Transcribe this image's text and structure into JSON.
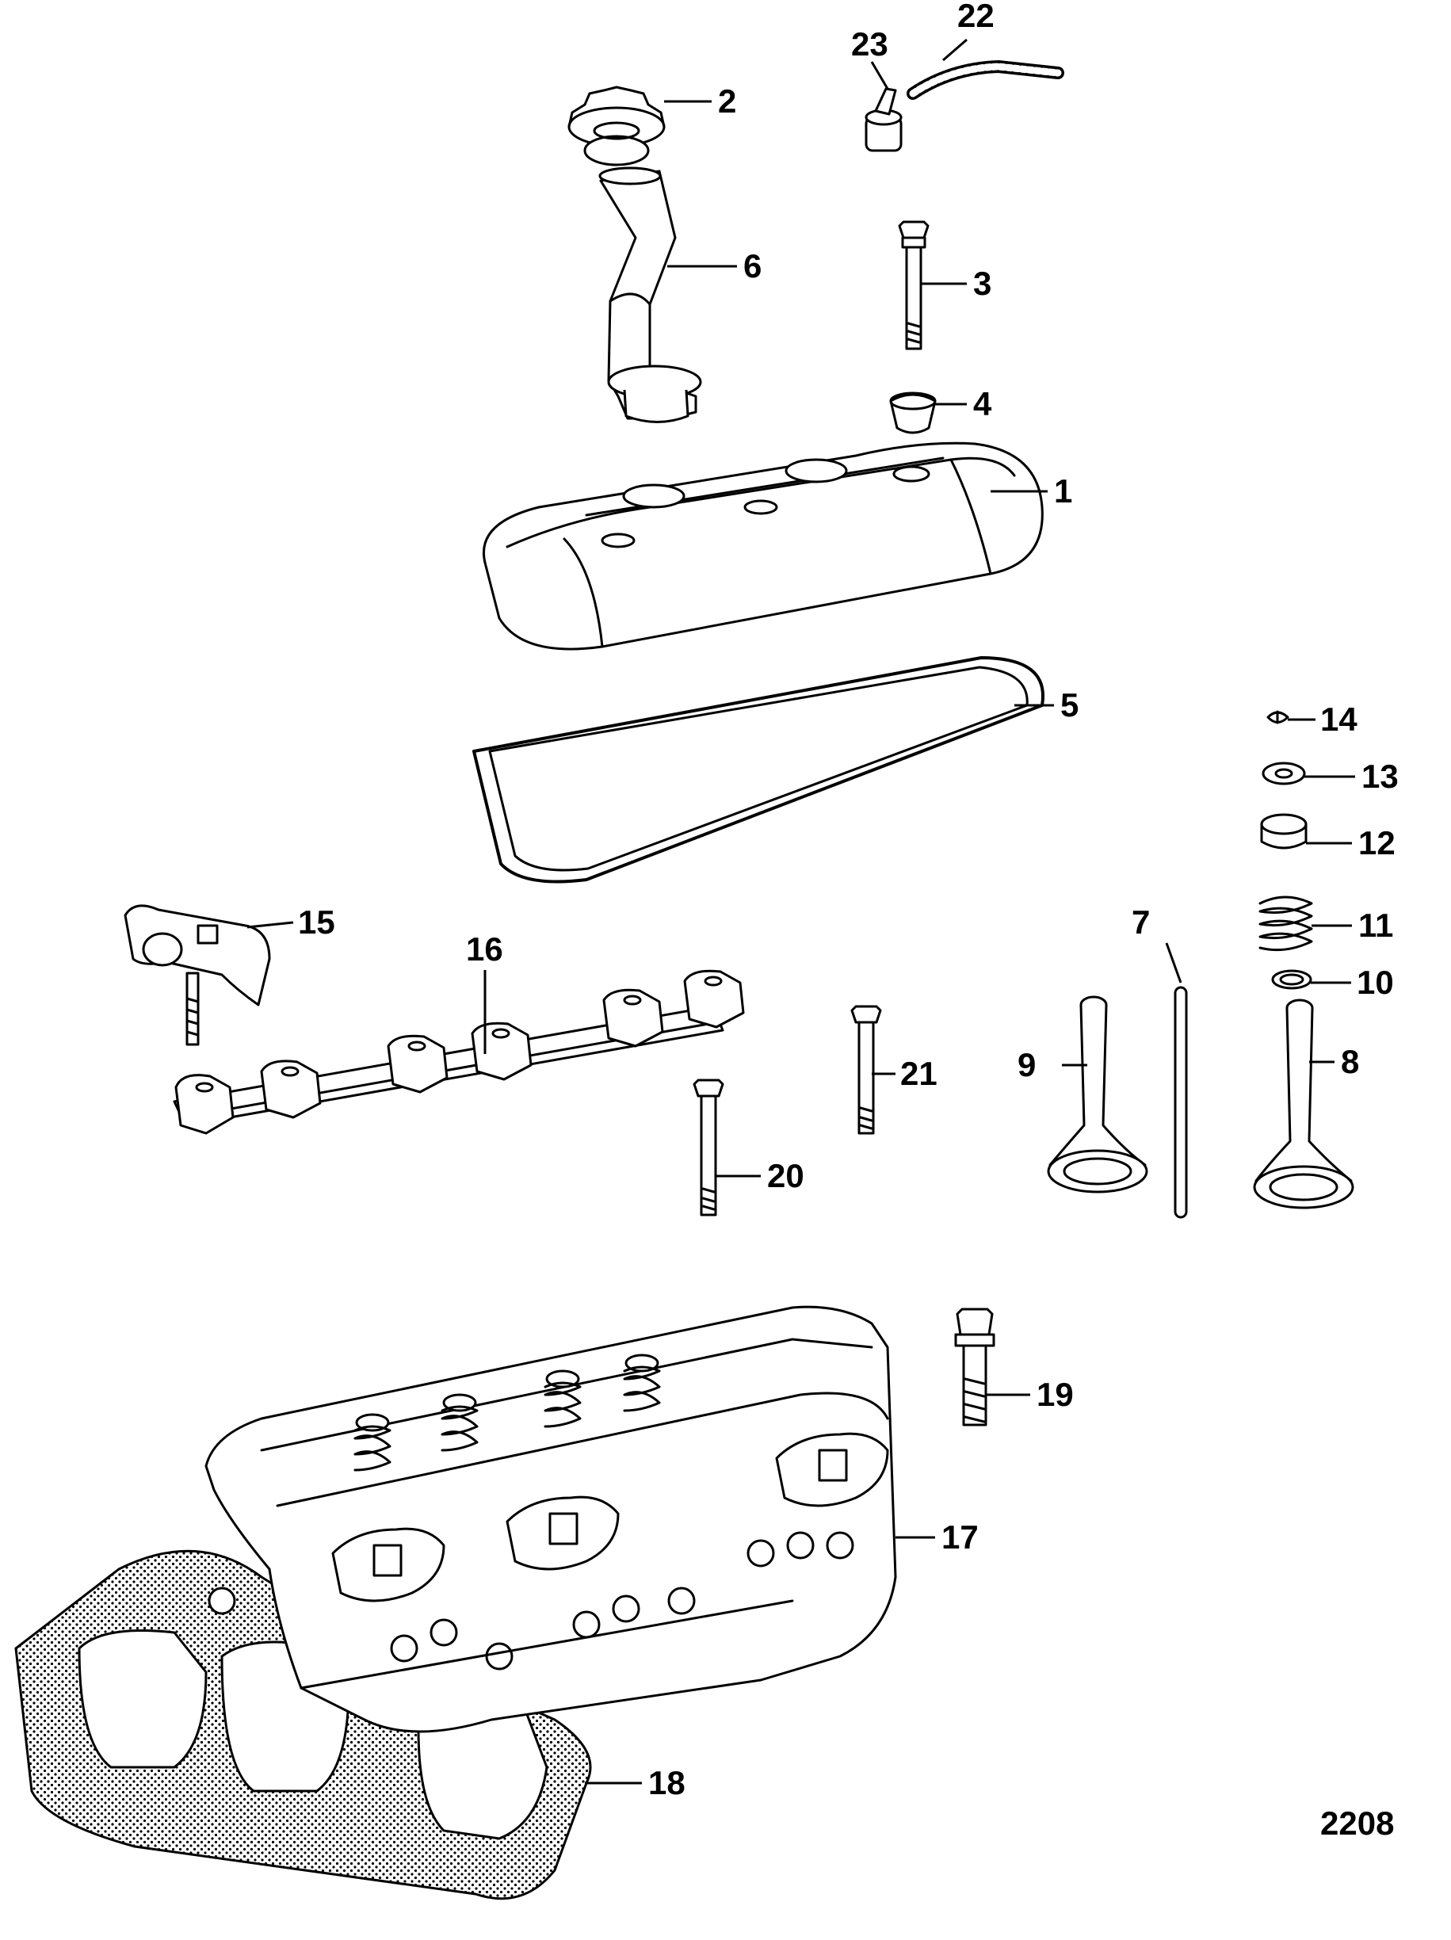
{
  "figure_number": "2208",
  "parts": [
    {
      "id": "1",
      "name": "valve-cover"
    },
    {
      "id": "2",
      "name": "oil-fill-cap"
    },
    {
      "id": "3",
      "name": "cover-bolt"
    },
    {
      "id": "4",
      "name": "grommet"
    },
    {
      "id": "5",
      "name": "valve-cover-gasket"
    },
    {
      "id": "6",
      "name": "oil-fill-tube"
    },
    {
      "id": "7",
      "name": "push-rod"
    },
    {
      "id": "8",
      "name": "exhaust-valve"
    },
    {
      "id": "9",
      "name": "intake-valve"
    },
    {
      "id": "10",
      "name": "shim-washer"
    },
    {
      "id": "11",
      "name": "valve-spring"
    },
    {
      "id": "12",
      "name": "valve-seal"
    },
    {
      "id": "13",
      "name": "spring-retainer"
    },
    {
      "id": "14",
      "name": "valve-keeper"
    },
    {
      "id": "15",
      "name": "rocker-arm"
    },
    {
      "id": "16",
      "name": "push-rod-guide"
    },
    {
      "id": "17",
      "name": "cylinder-head"
    },
    {
      "id": "18",
      "name": "head-gasket"
    },
    {
      "id": "19",
      "name": "head-bolt"
    },
    {
      "id": "20",
      "name": "head-bolt-short"
    },
    {
      "id": "21",
      "name": "head-bolt-long"
    },
    {
      "id": "22",
      "name": "vent-hose"
    },
    {
      "id": "23",
      "name": "vent-fitting"
    }
  ]
}
